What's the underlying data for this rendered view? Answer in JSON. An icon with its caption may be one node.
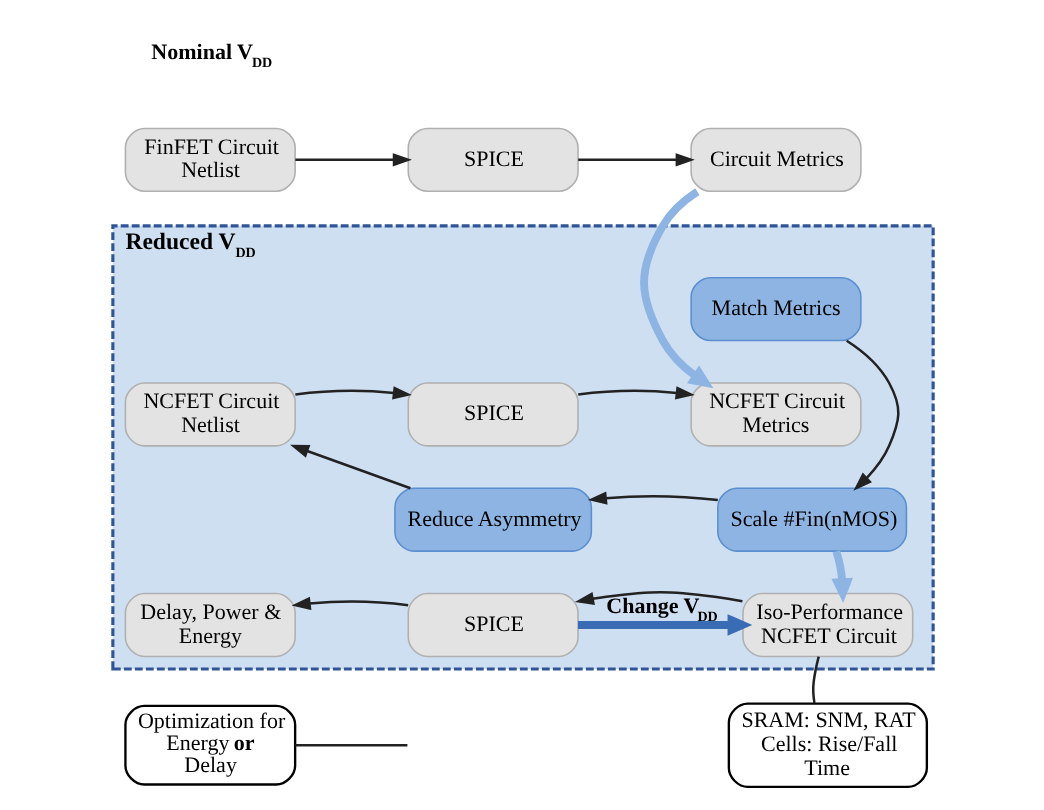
{
  "diagram": {
    "nodes": [
      {
        "text": [
          "FinFET Circuit Netlist"
        ]
      },
      {
        "text": [
          "SPICE"
        ]
      },
      {
        "text": [
          "Circuit Metrics"
        ]
      },
      {
        "text": [
          "Reduced V$_{DD}$"
        ]
      },
      {
        "text": [
          "Match Metrics"
        ],
        "in": 3
      },
      {
        "text": [
          "NCFET Circuit Netlist"
        ],
        "in": 3
      },
      {
        "text": [
          "SPICE"
        ],
        "in": 3
      },
      {
        "text": [
          "NCFET Circuit Metrics"
        ],
        "in": 3
      },
      {
        "text": [
          "Reduce Asymmetry"
        ],
        "in": 3
      },
      {
        "text": [
          "Scale #Fin(nMOS)"
        ],
        "in": 3
      },
      {
        "text": [
          "Delay, Power & Energy"
        ],
        "in": 3
      },
      {
        "text": [
          "SPICE"
        ],
        "in": 3
      },
      {
        "text": [
          "Iso-Performance NCFET Circuit"
        ],
        "in": 3
      },
      {
        "text": [
          "Optimization for Energy **or** Delay"
        ]
      },
      {
        "text": [
          "SRAM: SNM, RAT Cells: Rise/Fall Time"
        ]
      }
    ],
    "edges": [
      {
        "from": 0,
        "to": 1,
        "arrow": "to"
      },
      {
        "from": 1,
        "to": 2,
        "arrow": "to"
      },
      {
        "from": 2,
        "to": 7,
        "arrow": "to",
        "style": "thick",
        "color": "#8db4e2"
      },
      {
        "from": 5,
        "to": 6,
        "arrow": "to"
      },
      {
        "from": 6,
        "to": 7,
        "arrow": "to"
      },
      {
        "from": 4,
        "to": 9,
        "arrow": "to"
      },
      {
        "from": 9,
        "to": 8,
        "arrow": "to"
      },
      {
        "from": 8,
        "to": 5,
        "arrow": "to"
      },
      {
        "from": 9,
        "to": 12,
        "arrow": "to",
        "style": "thick",
        "color": "#8db4e2"
      },
      {
        "from": 12,
        "to": 11,
        "arrow": "to"
      },
      {
        "from": 11,
        "to": 10,
        "arrow": "to"
      },
      {
        "from": 11,
        "to": 12,
        "label": "Change V$_{DD}$",
        "arrow": "to",
        "style": "thick",
        "color": "#3a6cb5"
      },
      {
        "from": 13,
        "to": null,
        "arrow": "none"
      },
      {
        "from": 14,
        "to": 12,
        "arrow": "none"
      }
    ],
    "labels": [
      "Nominal V$_{DD}$"
    ]
  }
}
